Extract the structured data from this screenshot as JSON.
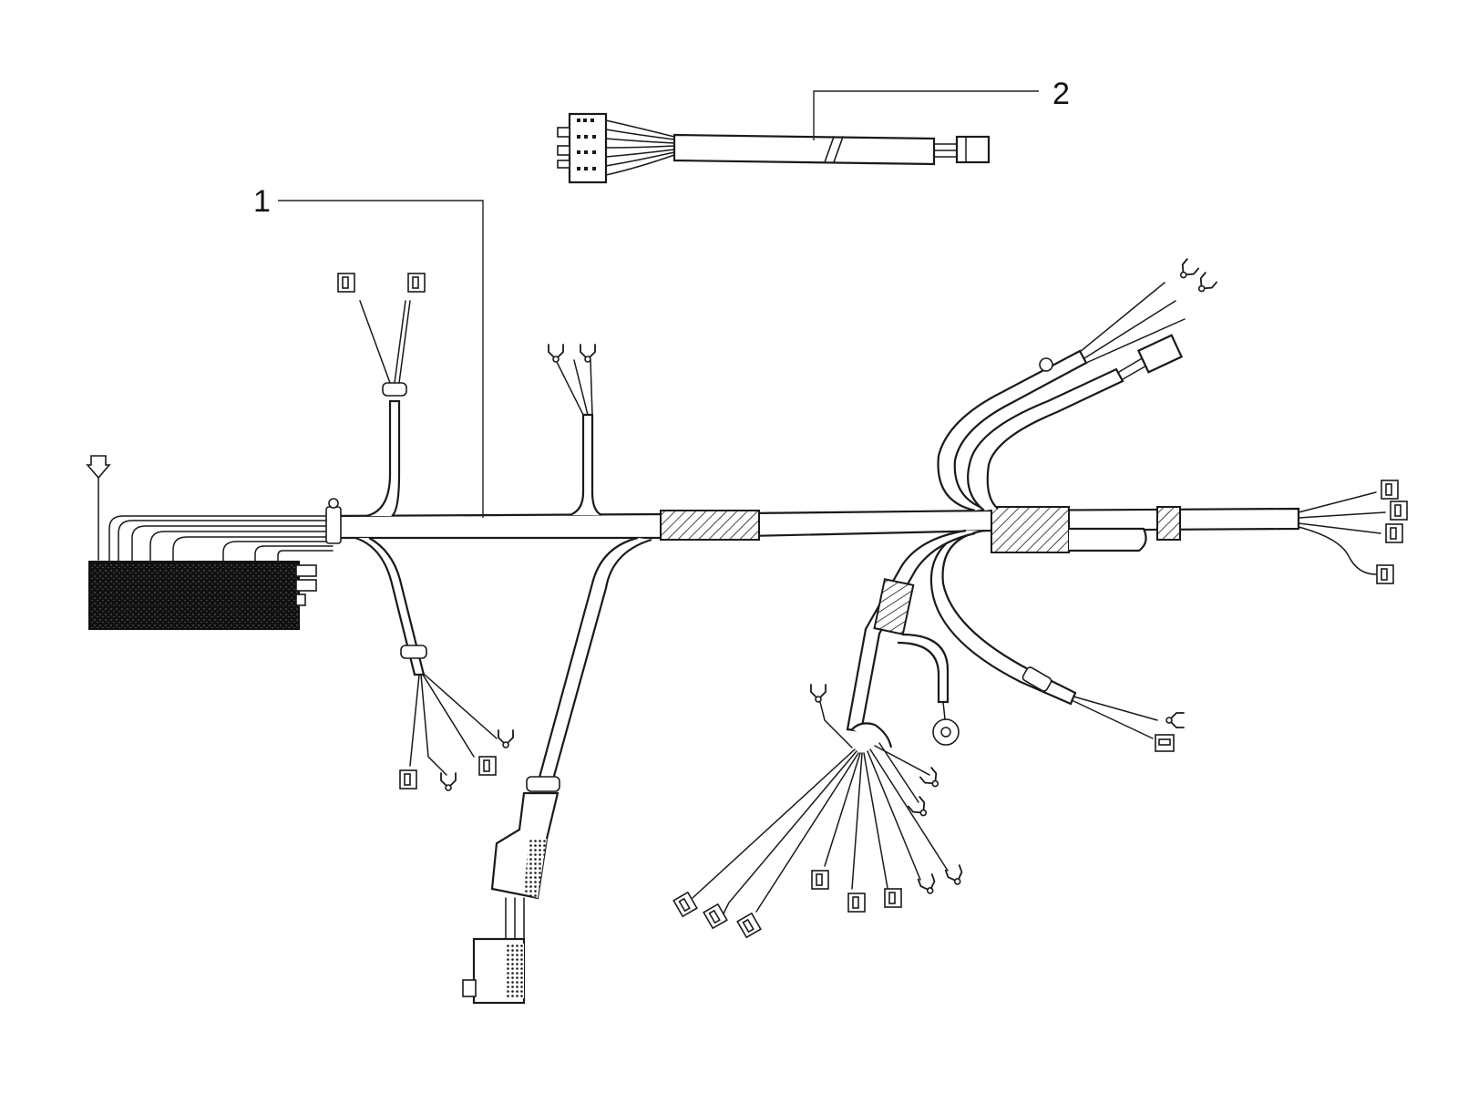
{
  "diagram": {
    "callouts": [
      {
        "id": "1",
        "text": "1"
      },
      {
        "id": "2",
        "text": "2"
      }
    ],
    "colors": {
      "ink": "#1a1a1a",
      "background": "#ffffff",
      "tape": "#1a1a1a"
    }
  }
}
